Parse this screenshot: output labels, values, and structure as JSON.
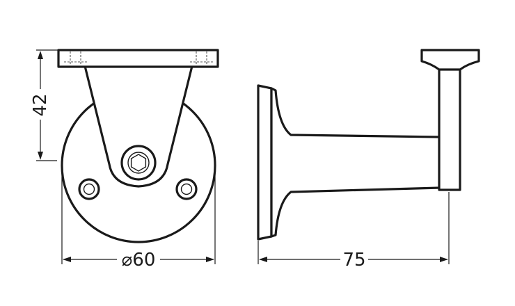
{
  "dimensions": {
    "height_label": "42",
    "diameter_label": "⌀60",
    "length_label": "75"
  },
  "colors": {
    "stroke": "#1a1a1a",
    "background": "#ffffff"
  }
}
